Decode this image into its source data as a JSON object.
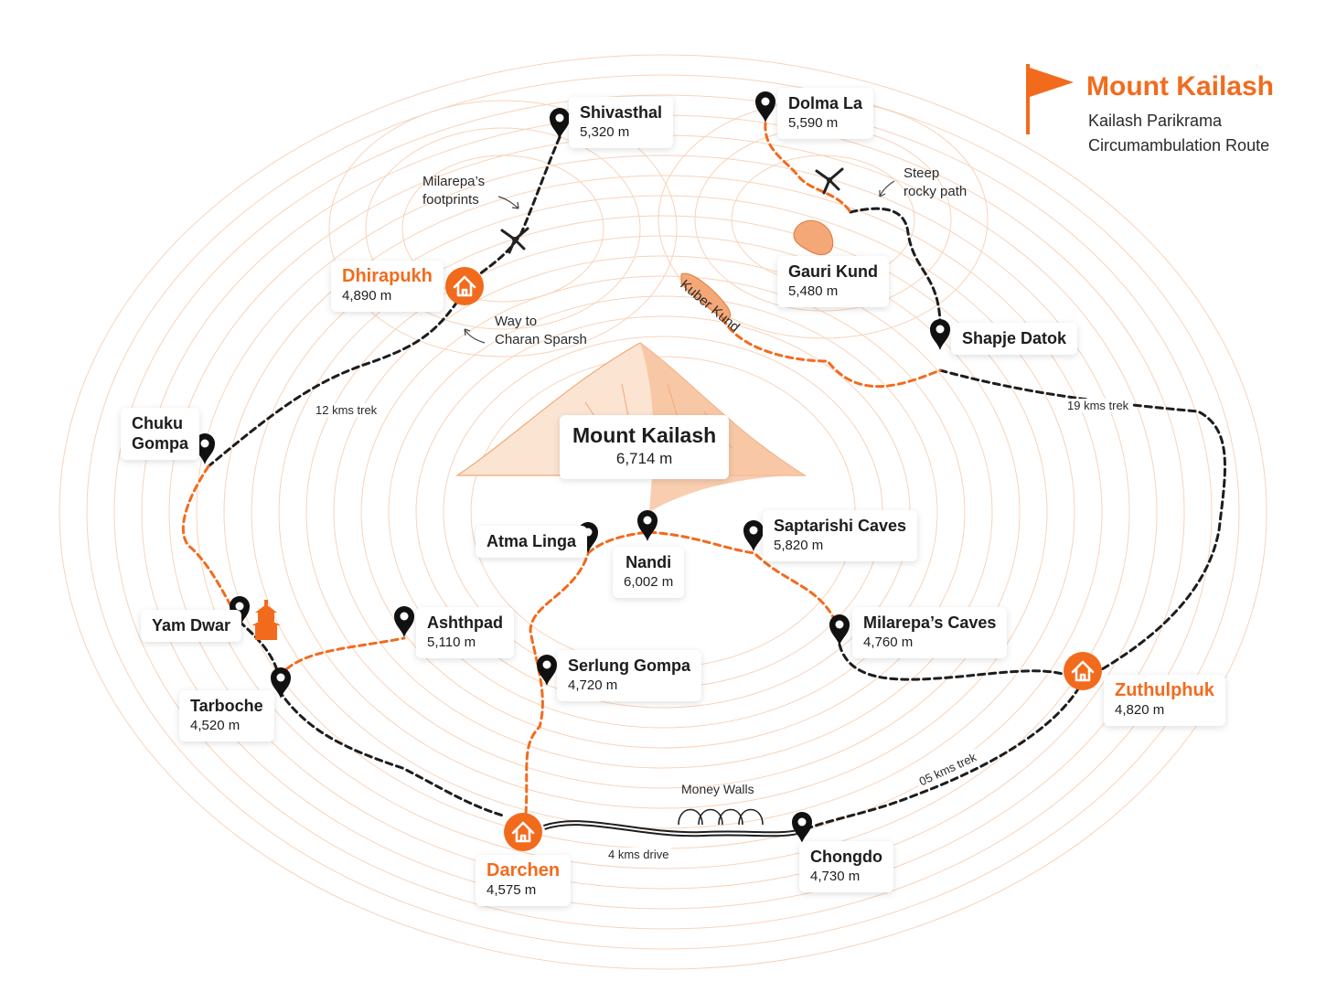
{
  "legend": {
    "title": "Mount Kailash",
    "subtitle_line1": "Kailash Parikrama",
    "subtitle_line2": "Circumambulation Route",
    "flag_color": "#f26b1d"
  },
  "colors": {
    "accent": "#f26b1d",
    "route_dark": "#1d1d1d",
    "contour": "#f6c9a8"
  },
  "places": {
    "shivasthal": {
      "name": "Shivasthal",
      "elev": "5,320 m"
    },
    "dolma_la": {
      "name": "Dolma La",
      "elev": "5,590 m"
    },
    "dhirapukh": {
      "name": "Dhirapukh",
      "elev": "4,890 m"
    },
    "gauri_kund": {
      "name": "Gauri Kund",
      "elev": "5,480 m"
    },
    "shapje_datok": {
      "name": "Shapje Datok"
    },
    "chuku_gompa": {
      "name": "Chuku",
      "name2": "Gompa"
    },
    "mount_kailash": {
      "name": "Mount Kailash",
      "elev": "6,714 m"
    },
    "atma_linga": {
      "name": "Atma Linga"
    },
    "nandi": {
      "name": "Nandi",
      "elev": "6,002 m"
    },
    "saptarishi": {
      "name": "Saptarishi Caves",
      "elev": "5,820 m"
    },
    "yam_dwar": {
      "name": "Yam Dwar"
    },
    "ashthpad": {
      "name": "Ashthpad",
      "elev": "5,110 m"
    },
    "milarepa_caves": {
      "name": "Milarepa’s Caves",
      "elev": "4,760 m"
    },
    "serlung": {
      "name": "Serlung Gompa",
      "elev": "4,720 m"
    },
    "tarboche": {
      "name": "Tarboche",
      "elev": "4,520 m"
    },
    "zuthulphuk": {
      "name": "Zuthulphuk",
      "elev": "4,820 m"
    },
    "darchen": {
      "name": "Darchen",
      "elev": "4,575 m"
    },
    "chongdo": {
      "name": "Chongdo",
      "elev": "4,730 m"
    }
  },
  "notes": {
    "milarepa_fp_1": "Milarepa’s",
    "milarepa_fp_2": "footprints",
    "steep_1": "Steep",
    "steep_2": "rocky path",
    "charan_1": "Way to",
    "charan_2": "Charan Sparsh",
    "kuber": "Kuber Kund",
    "money_walls": "Money Walls"
  },
  "routes": {
    "trek_12": "12 kms trek",
    "trek_19": "19 kms trek",
    "trek_05": "05 kms trek",
    "drive_4": "4 kms drive"
  }
}
